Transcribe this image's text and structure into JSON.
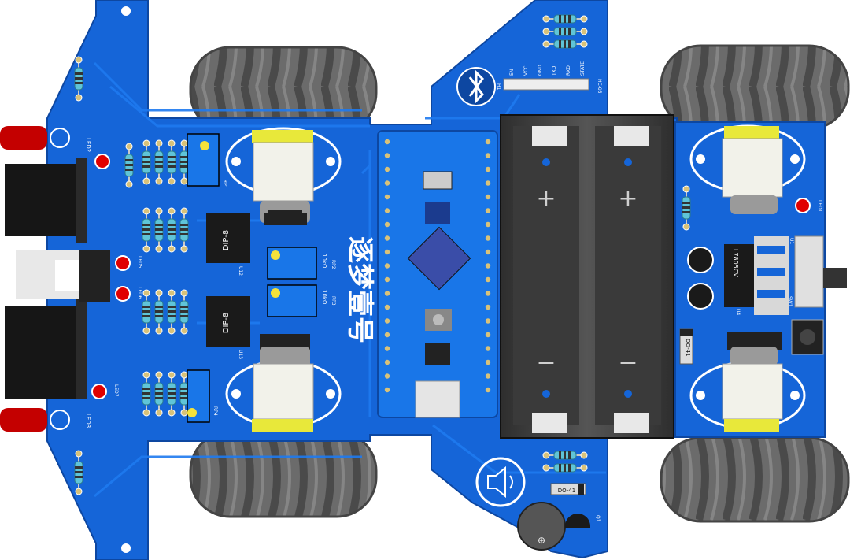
{
  "board": {
    "title": "逐梦壹号",
    "colors": {
      "pcb": "#1565d8",
      "pcb_dark": "#0d47a1",
      "trace": "#1e7af0",
      "silk": "#ffffff",
      "tire": "#6e6e6e",
      "tire_dark": "#3a3a3a",
      "motor_yellow": "#e8e83a",
      "ic_black": "#1a1a1a",
      "resistor_body": "#5fc4d8",
      "led_red": "#e00000",
      "copper": "#d8c27a"
    }
  },
  "bluetooth": {
    "pins": [
      "EN",
      "VCC",
      "GND",
      "TXD",
      "RXD",
      "STATE"
    ],
    "module": "HC-05",
    "header": "H1",
    "icon": "bluetooth-icon"
  },
  "labels": {
    "led2": "LED2",
    "led3": "LED3",
    "led5": "LED5",
    "led6": "LED6",
    "led7": "LED7",
    "led1": "LED1",
    "rp1": "RP1",
    "rp2": "RP2",
    "rp3": "RP3",
    "rp4": "RP4",
    "u12": "U12",
    "u13": "U13",
    "u1": "U1",
    "u4": "U4",
    "sw1": "SW1",
    "q1": "Q1",
    "dip1": "DIP-8",
    "dip2": "DIP-8",
    "pot1": "10kΩ",
    "pot2": "10kΩ",
    "reg": "L7805CV",
    "diode1": "DO-41",
    "diode2": "DO-41",
    "plus": "+",
    "minus": "−"
  },
  "icons": {
    "speaker": "speaker-icon",
    "buzzer": "buzzer-icon"
  }
}
